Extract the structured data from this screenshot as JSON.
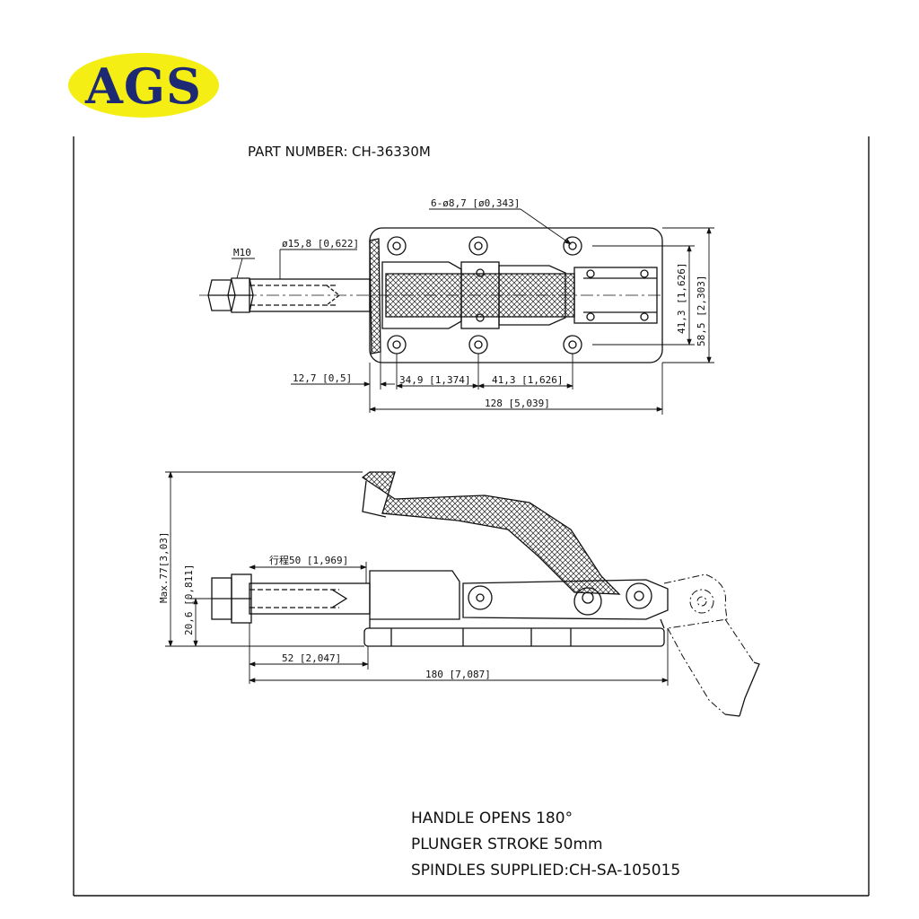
{
  "logo": {
    "text": "AGS",
    "fill_color": "#f5ee14",
    "text_color": "#1d2a73"
  },
  "part_number": {
    "label": "PART NUMBER:",
    "value": "CH-36330M"
  },
  "top_view": {
    "holes": "6-ø8,7 [ø0,343]",
    "thread": "M10",
    "plunger_dia": "ø15,8 [0,622]",
    "dim_12_7": "12,7 [0,5]",
    "dim_34_9": "34,9 [1,374]",
    "dim_41_3_h": "41,3 [1,626]",
    "dim_128": "128 [5,039]",
    "dim_41_3_v": "41,3 [1,626]",
    "dim_58_5": "58,5 [2,303]"
  },
  "side_view": {
    "stroke": "行程50 [1,969]",
    "max_height": "Max.77[3,03]",
    "dim_20_6": "20,6 [0,811]",
    "dim_52": "52 [2,047]",
    "dim_180": "180 [7,087]"
  },
  "notes": [
    "HANDLE OPENS 180°",
    "PLUNGER STROKE 50mm",
    "SPINDLES SUPPLIED:CH-SA-105015"
  ]
}
